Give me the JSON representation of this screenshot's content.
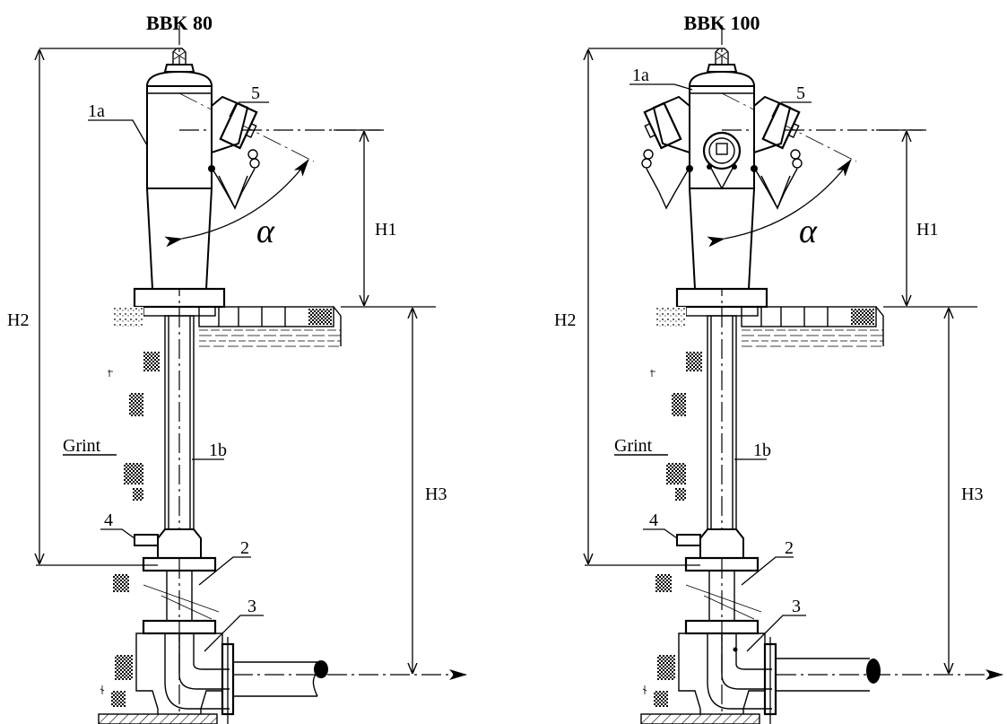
{
  "figure_left": {
    "title": "BBK 80",
    "labels": {
      "part_1a": "1a",
      "part_1b": "1b",
      "part_2": "2",
      "part_3": "3",
      "part_4": "4",
      "part_5": "5",
      "angle": "α",
      "h1": "H1",
      "h2": "H2",
      "h3": "H3",
      "ground": "Grint"
    }
  },
  "figure_right": {
    "title": "BBK 100",
    "labels": {
      "part_1a": "1a",
      "part_1b": "1b",
      "part_2": "2",
      "part_3": "3",
      "part_4": "4",
      "part_5": "5",
      "angle": "α",
      "h1": "H1",
      "h2": "H2",
      "h3": "H3",
      "ground": "Grint"
    }
  },
  "colors": {
    "line": "#000000",
    "background": "#ffffff"
  }
}
